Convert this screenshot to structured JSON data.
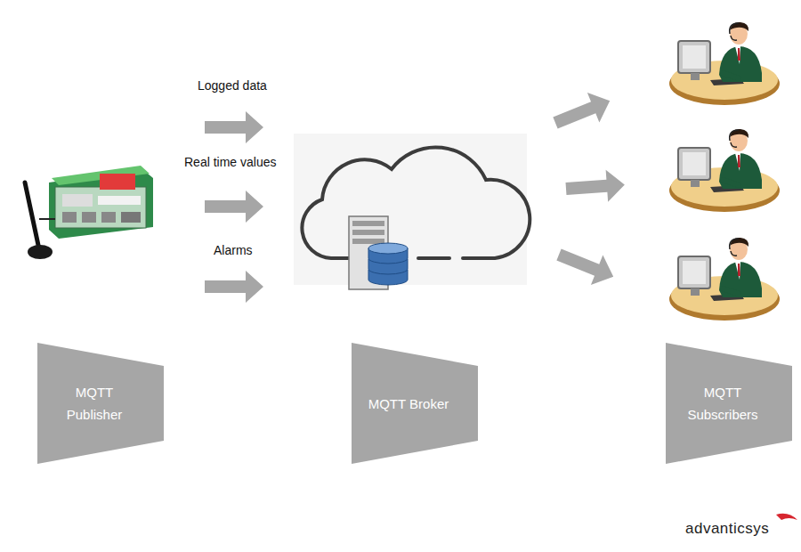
{
  "diagram": {
    "nodes": [
      {
        "text": [
          "MQTT Publisher"
        ]
      },
      {
        "text": [
          "MQTT Broker"
        ]
      },
      {
        "text": [
          "MQTT Subscribers"
        ]
      }
    ],
    "labels": [
      "Logged data",
      "Real time values",
      "Alarms",
      "advanticsys"
    ]
  }
}
